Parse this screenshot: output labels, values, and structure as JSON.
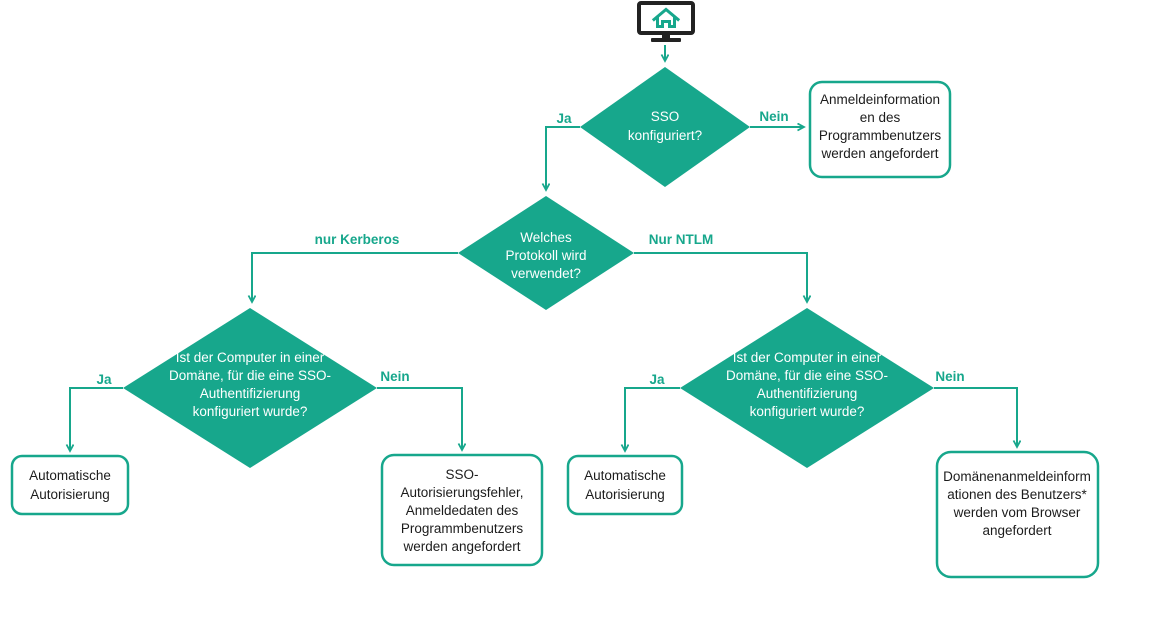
{
  "colors": {
    "accent_teal": "#17a78c",
    "monitor_ink": "#222222",
    "box_text": "#1c1c1c",
    "diamond_text": "#ffffff",
    "background": "#ffffff"
  },
  "diagram": {
    "start": {
      "icon": "monitor-home-icon"
    },
    "decisions": {
      "sso": {
        "lines": [
          "SSO",
          "konfiguriert?"
        ]
      },
      "protocol": {
        "lines": [
          "Welches",
          "Protokoll wird",
          "verwendet?"
        ]
      },
      "kerb_domain": {
        "lines": [
          "Ist der Computer in einer",
          "Domäne, für die eine SSO-",
          "Authentifizierung",
          "konfiguriert wurde?"
        ]
      },
      "ntlm_domain": {
        "lines": [
          "Ist der Computer in einer",
          "Domäne, für die eine SSO-",
          "Authentifizierung",
          "konfiguriert wurde?"
        ]
      }
    },
    "results": {
      "program_user_credentials": {
        "lines": [
          "Anmeldeinformation",
          "en des",
          "Programmbenutzers",
          "werden angefordert"
        ]
      },
      "auto_auth_left": {
        "lines": [
          "Automatische",
          "Autorisierung"
        ]
      },
      "sso_auth_error": {
        "lines": [
          "SSO-",
          "Autorisierungsfehler,",
          "Anmeldedaten des",
          "Programmbenutzers",
          "werden angefordert"
        ]
      },
      "auto_auth_right": {
        "lines": [
          "Automatische",
          "Autorisierung"
        ]
      },
      "domain_credentials_browser": {
        "lines": [
          "Domänenanmeldeinform",
          "ationen des Benutzers*",
          "werden vom Browser",
          "angefordert"
        ]
      }
    },
    "edge_labels": {
      "sso_yes": "Ja",
      "sso_no": "Nein",
      "protocol_kerberos": "nur Kerberos",
      "protocol_ntlm": "Nur NTLM",
      "kerb_yes": "Ja",
      "kerb_no": "Nein",
      "ntlm_yes": "Ja",
      "ntlm_no": "Nein"
    }
  }
}
